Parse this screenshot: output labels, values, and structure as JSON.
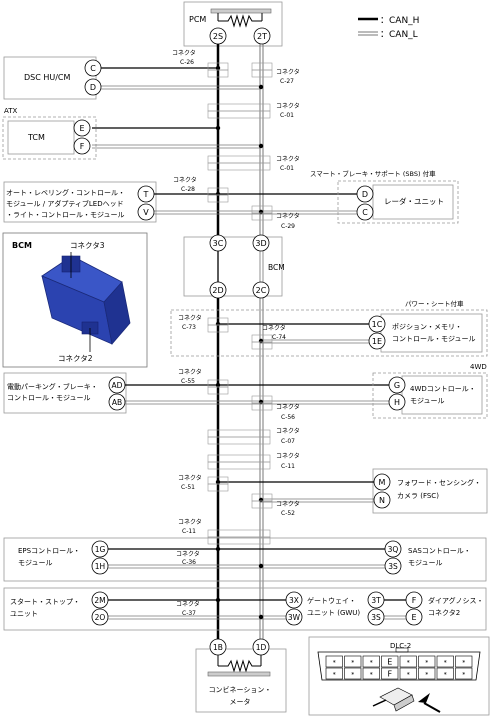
{
  "legend": {
    "can_h": "：CAN_H",
    "can_l": "：CAN_L"
  },
  "modules": {
    "pcm": "PCM",
    "dsc": "DSC HU/CM",
    "atx": "ATX",
    "tcm": "TCM",
    "auto_leveling": [
      "オート・レベリング・コントロール・",
      "モジュール / アダプティブLEDヘッド",
      "・ライト・コントロール・モジュール"
    ],
    "sbs_note": "スマート・ブレーキ・サポート (SBS) 付車",
    "radar": "レーダ・ユニット",
    "bcm_inline": "BCM",
    "bcm_title": "BCM",
    "bcm_connector3": "コネクタ3",
    "bcm_connector2": "コネクタ2",
    "power_seat_note": "パワー・シート付車",
    "position_memory": [
      "ポジション・メモリ・",
      "コントロール・モジュール"
    ],
    "epb": [
      "電動パーキング・ブレーキ・",
      "コントロール・モジュール"
    ],
    "fwd_note": "4WD",
    "fwd_module": [
      "4WDコントロール・",
      "モジュール"
    ],
    "fsc": [
      "フォワード・センシング・",
      "カメラ (FSC)"
    ],
    "eps": [
      "EPSコントロール・",
      "モジュール"
    ],
    "sas": [
      "SASコントロール・",
      "モジュール"
    ],
    "start_stop": [
      "スタート・ストップ・",
      "ユニット"
    ],
    "gateway": [
      "ゲートウェイ・",
      "ユニット (GWU)"
    ],
    "diag_connector": [
      "ダイアグノシス・",
      "コネクタ2"
    ],
    "combination_meter": [
      "コンビネーション・",
      "メータ"
    ],
    "dlc": "DLC-2"
  },
  "connector_word": "コネクタ",
  "connectors": {
    "c26": "C-26",
    "c27": "C-27",
    "c01a": "C-01",
    "c01b": "C-01",
    "c28": "C-28",
    "c29": "C-29",
    "c73": "C-73",
    "c74": "C-74",
    "c55": "C-55",
    "c56": "C-56",
    "c07": "C-07",
    "c11a": "C-11",
    "c51": "C-51",
    "c52": "C-52",
    "c11b": "C-11",
    "c36": "C-36",
    "c37": "C-37"
  },
  "pins": {
    "pcm_h": "2S",
    "pcm_l": "2T",
    "dsc_h": "C",
    "dsc_l": "D",
    "tcm_h": "E",
    "tcm_l": "F",
    "al_h": "T",
    "al_l": "V",
    "radar_h": "D",
    "radar_l": "C",
    "bcm_top_h": "3C",
    "bcm_top_l": "3D",
    "bcm_bot_h": "2D",
    "bcm_bot_l": "2C",
    "pm_h": "1C",
    "pm_l": "1E",
    "epb_h": "AD",
    "epb_l": "AB",
    "fwd_h": "G",
    "fwd_l": "H",
    "fsc_h": "M",
    "fsc_l": "N",
    "eps_h": "1G",
    "eps_l": "1H",
    "sas_h": "3Q",
    "sas_l": "3S",
    "ss_h": "2M",
    "ss_l": "2O",
    "gw_h": "3X",
    "gw_l": "3W",
    "gw_r_h": "3T",
    "gw_r_l": "3S",
    "dlc_h": "F",
    "dlc_l": "E",
    "meter_h": "1B",
    "meter_l": "1D"
  },
  "dlc_grid": {
    "row1": [
      "*",
      "*",
      "*",
      "E",
      "*",
      "*",
      "*",
      "*"
    ],
    "row2": [
      "*",
      "*",
      "*",
      "F",
      "*",
      "*",
      "*",
      "*"
    ]
  }
}
